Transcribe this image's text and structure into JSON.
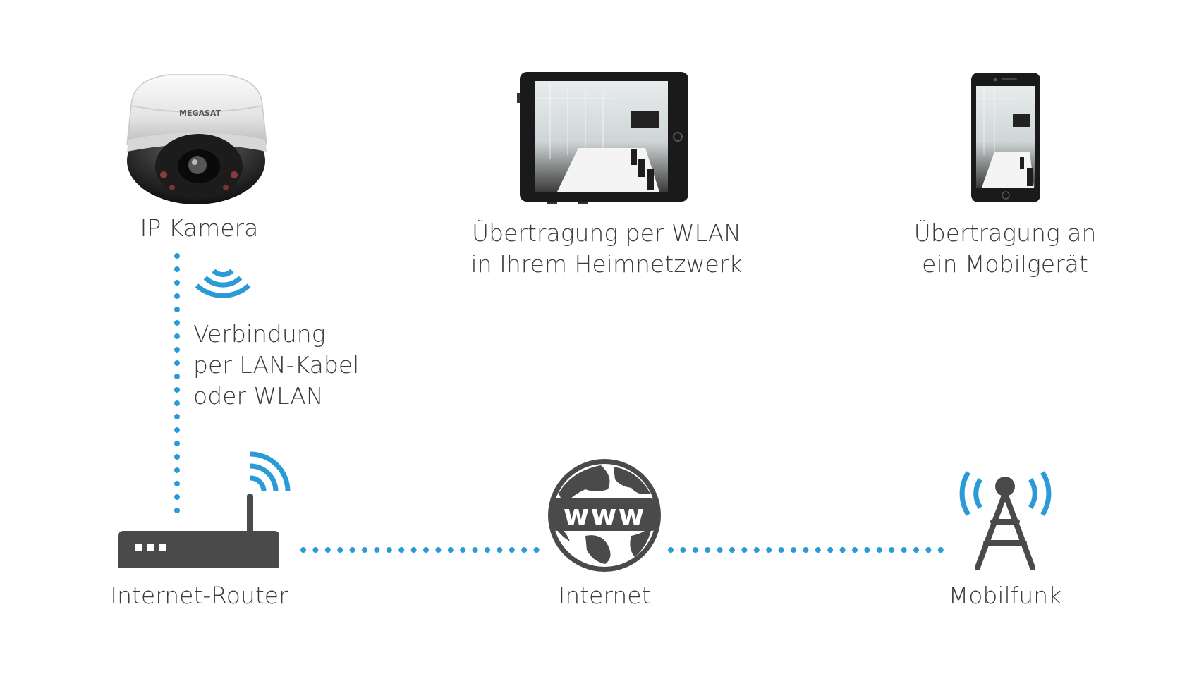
{
  "camera": {
    "label": "IP Kamera",
    "brand": "MEGASAT"
  },
  "tablet": {
    "label_lines": [
      "Übertragung per WLAN",
      "in Ihrem Heimnetzwerk"
    ]
  },
  "phone": {
    "label_lines": [
      "Übertragung an",
      "ein Mobilgerät"
    ]
  },
  "connection": {
    "label_lines": [
      "Verbindung",
      "per LAN-Kabel",
      "oder WLAN"
    ]
  },
  "router": {
    "label": "Internet-Router"
  },
  "internet": {
    "label": "Internet",
    "globe_text": "www"
  },
  "mobile": {
    "label": "Mobilfunk"
  },
  "colors": {
    "accent": "#2b9bd8",
    "device": "#4a4a4a",
    "text": "#3b3b3b"
  }
}
